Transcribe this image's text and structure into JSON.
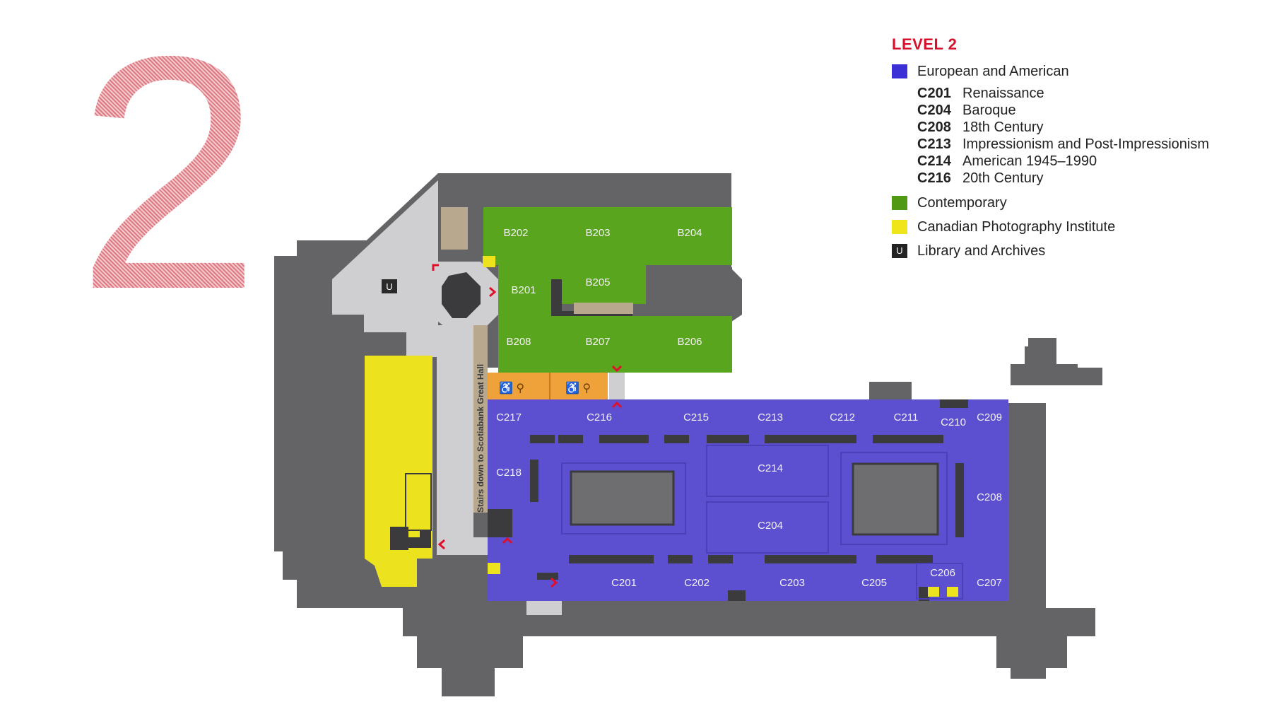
{
  "big_number": "2",
  "legend": {
    "title": "LEVEL 2",
    "categories": [
      {
        "label": "European and American",
        "color": "#3b2fd6",
        "rooms": [
          {
            "code": "C201",
            "name": "Renaissance"
          },
          {
            "code": "C204",
            "name": "Baroque"
          },
          {
            "code": "C208",
            "name": "18th Century"
          },
          {
            "code": "C213",
            "name": "Impressionism and Post-Impressionism"
          },
          {
            "code": "C214",
            "name": "American 1945–1990"
          },
          {
            "code": "C216",
            "name": "20th Century"
          }
        ]
      },
      {
        "label": "Contemporary",
        "color": "#4f9a12"
      },
      {
        "label": "Canadian Photography Institute",
        "color": "#f0e41a"
      },
      {
        "label": "Library and Archives",
        "color": "#222222",
        "icon_letter": "U"
      }
    ]
  },
  "map": {
    "colors": {
      "structure": "#646466",
      "corridor": "#cfcfd1",
      "green": "#5aa51e",
      "purple": "#5c4fd0",
      "yellow": "#ece31e",
      "orange": "#f0a23a",
      "beige": "#b7a88e",
      "wall": "#3b3b3d",
      "arrow": "#e0102a"
    },
    "library_icon": "U",
    "stairs_label": "Stairs down to Scotiabank Great Hall",
    "green_rooms": [
      "B202",
      "B203",
      "B204",
      "B201",
      "B205",
      "B208",
      "B207",
      "B206"
    ],
    "purple_rooms": [
      "C217",
      "C216",
      "C215",
      "C213",
      "C212",
      "C211",
      "C210",
      "C209",
      "C218",
      "C214",
      "C208",
      "C204",
      "C206",
      "C201",
      "C202",
      "C203",
      "C205",
      "C207"
    ]
  }
}
